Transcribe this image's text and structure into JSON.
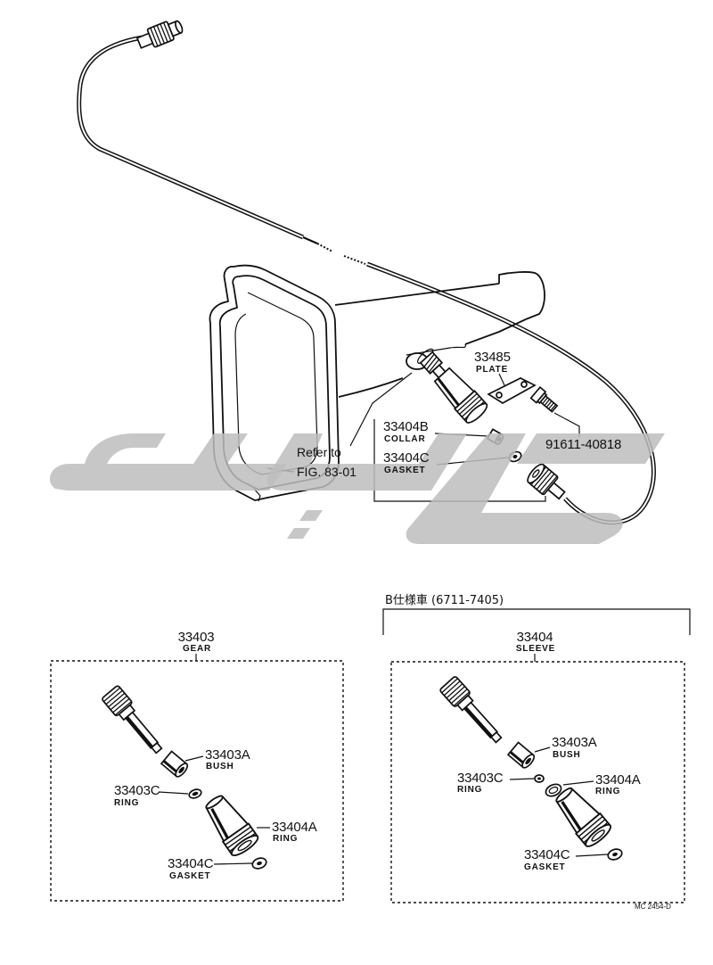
{
  "main_view": {
    "plate": {
      "number": "33485",
      "name": "PLATE"
    },
    "bolt": {
      "number": "91611-40818"
    },
    "collar": {
      "number": "33404B",
      "name": "COLLAR"
    },
    "gasket": {
      "number": "33404C",
      "name": "GASKET"
    },
    "reference": {
      "line1": "Refer to",
      "line2": "FIG. 83-01"
    }
  },
  "gear_kit": {
    "number": "33403",
    "name": "GEAR",
    "parts": [
      {
        "number": "33403A",
        "name": "BUSH"
      },
      {
        "number": "33403C",
        "name": "RING"
      },
      {
        "number": "33404A",
        "name": "RING"
      },
      {
        "number": "33404C",
        "name": "GASKET"
      }
    ]
  },
  "sleeve_kit": {
    "variant_label": "B仕様車 (6711-7405)",
    "number": "33404",
    "name": "SLEEVE",
    "parts": [
      {
        "number": "33403A",
        "name": "BUSH"
      },
      {
        "number": "33403C",
        "name": "RING"
      },
      {
        "number": "33404A",
        "name": "RING"
      },
      {
        "number": "33404C",
        "name": "GASKET"
      }
    ]
  },
  "figure_code": "MC 2454-D",
  "colors": {
    "ink": "#111111",
    "watermark": "#bdbdbd",
    "background": "#ffffff"
  }
}
